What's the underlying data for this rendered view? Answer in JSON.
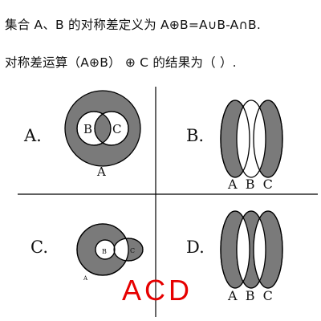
{
  "question": {
    "line1": "集合 A、B 的对称差定义为  A⊕B=A∪B-A∩B.",
    "line2": "对称差运算（A⊕B） ⊕  C 的结果为（    ）."
  },
  "options": {
    "a": {
      "label": "A.",
      "set_a": "A",
      "set_b": "B",
      "set_c": "C"
    },
    "b": {
      "label": "B.",
      "letters": "A  B  C"
    },
    "c": {
      "label": "C.",
      "set_a": "A",
      "set_b": "B",
      "set_c": "C"
    },
    "d": {
      "label": "D.",
      "letters": "A  B  C"
    }
  },
  "answer": "ACD",
  "colors": {
    "shade": "#7a7a7a",
    "answer": "#e60000",
    "line": "#000000"
  }
}
